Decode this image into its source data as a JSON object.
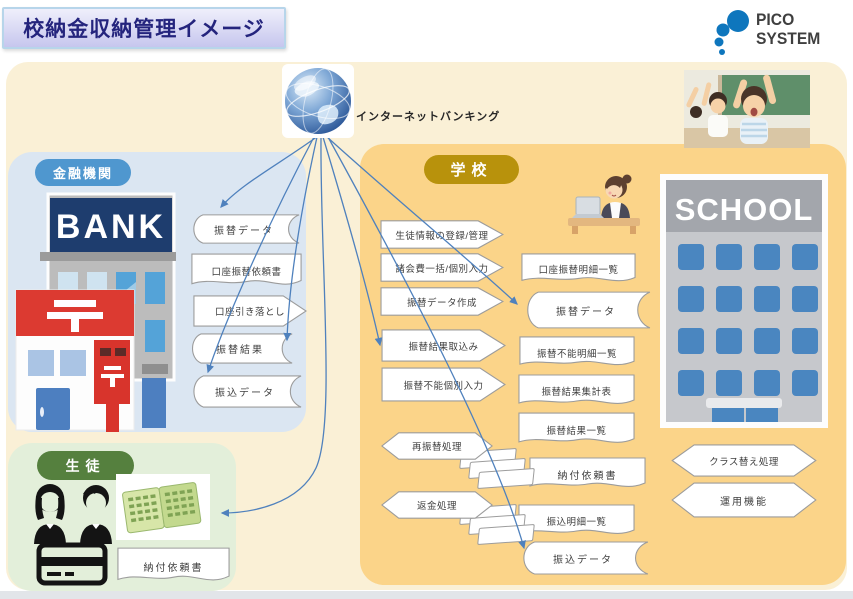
{
  "title": "校納金収納管理イメージ",
  "logo": {
    "line1": "PICO",
    "line2": "SYSTEM"
  },
  "labels": {
    "internet_banking": "インターネットバンキング"
  },
  "bank": {
    "label": "金融機関",
    "building_sign": "BANK",
    "items": [
      "振替データ",
      "口座振替依頼書",
      "口座引き落とし",
      "振替結果",
      "振込データ"
    ]
  },
  "school": {
    "label": "学校",
    "building_sign": "SCHOOL",
    "processes": [
      "生徒情報の登録/管理",
      "諸会費一括/個別入力",
      "振替データ作成",
      "振替結果取込み",
      "振替不能個別入力"
    ],
    "documents": [
      "口座振替明細一覧",
      "振替データ",
      "振替不能明細一覧",
      "振替結果集計表",
      "振替結果一覧",
      "納付依頼書",
      "振込明細一覧",
      "振込データ"
    ],
    "batch_processes": [
      "再振替処理",
      "返金処理"
    ],
    "operations": [
      "クラス替え処理",
      "運用機能"
    ]
  },
  "student": {
    "label": "生徒",
    "document": "納付依頼書"
  },
  "icons": {
    "globe": "internet-globe-icon",
    "bank_building": "bank-and-post-office-illustration",
    "school_building": "school-building-illustration",
    "students": "student-silhouettes-icon",
    "passbook": "bankbook-illustration",
    "card": "cash-card-icon",
    "teacher": "teacher-at-laptop-illustration",
    "children_photo": "children-classroom-photo"
  },
  "colors": {
    "canvas": "#faf0d6",
    "school_panel": "#fbd489",
    "bank_panel": "#dbe6f2",
    "student_panel": "#e3efda",
    "arrow": "#4f81bd",
    "bank_pill": "#4f97cf",
    "school_pill": "#b8920c",
    "student_pill": "#55803e",
    "title_text": "#24247d",
    "logo_blue": "#0e76bd"
  }
}
